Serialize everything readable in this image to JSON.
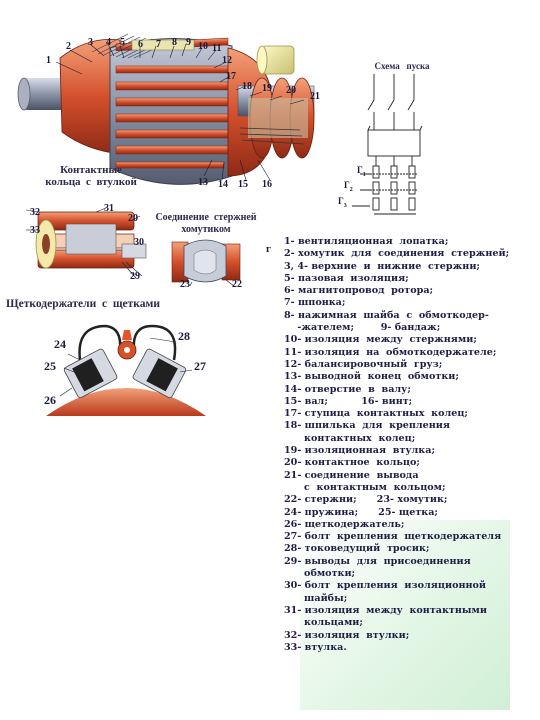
{
  "labels": {
    "main": [
      "1",
      "2",
      "3",
      "4",
      "5",
      "6",
      "7",
      "8",
      "9",
      "10",
      "11",
      "12",
      "13",
      "14",
      "15",
      "16",
      "17",
      "18",
      "19",
      "20",
      "21"
    ],
    "ring": [
      "31",
      "32",
      "33",
      "20",
      "30",
      "29"
    ],
    "joint": [
      "23",
      "22"
    ],
    "brush": [
      "24",
      "25",
      "26",
      "27",
      "28"
    ]
  },
  "captions": {
    "contact_rings": "Контактные\nкольца  с  втулкой",
    "rod_joint": "Соединение  стержней\nхомутиком",
    "brush_holders": "Щеткодержатели  с  щетками",
    "start_scheme": "Схема   пуска",
    "stray_mark": "г"
  },
  "scheme": {
    "g1": "Г",
    "g2": "Г",
    "g3": "Г",
    "sub1": "1",
    "sub2": "2",
    "sub3": "3"
  },
  "legend": [
    "1- вентиляционная  лопатка;",
    "2- хомутик  для  соединения  стержней;",
    "3, 4- верхние  и  нижние  стержни;",
    "5- пазовая  изоляция;",
    "6- магнитопровод  ротора;",
    "7- шпонка;",
    "8- нажимная  шайба  с  обмоткодер-",
    "    -жателем;        9- бандаж;",
    "10- изоляция  между  стержнями;",
    "11- изоляция  на  обмоткодержателе;",
    "12- балансировочный  груз;",
    "13- выводной  конец  обмотки;",
    "14- отверстие  в  валу;",
    "15- вал;          16- винт;",
    "17- ступица  контактных  колец;",
    "18- шпилька  для  крепления",
    "      контактных  колец;",
    "19- изоляционная  втулка;",
    "20- контактное  кольцо;",
    "21- соединение  вывода",
    "      с  контактным  кольцом;",
    "22- стержни;      23- хомутик;",
    "24- пружина;      25- щетка;",
    "26- щеткодержатель;",
    "27- болт  крепления  щеткодержателя",
    "28- токоведущий  тросик;",
    "29- выводы  для  присоединения",
    "      обмотки;",
    "30- болт  крепления  изоляционной",
    "      шайбы;",
    "31- изоляция  между  контактными",
    "      кольцами;",
    "32- изоляция  втулки;",
    "33- втулка."
  ]
}
